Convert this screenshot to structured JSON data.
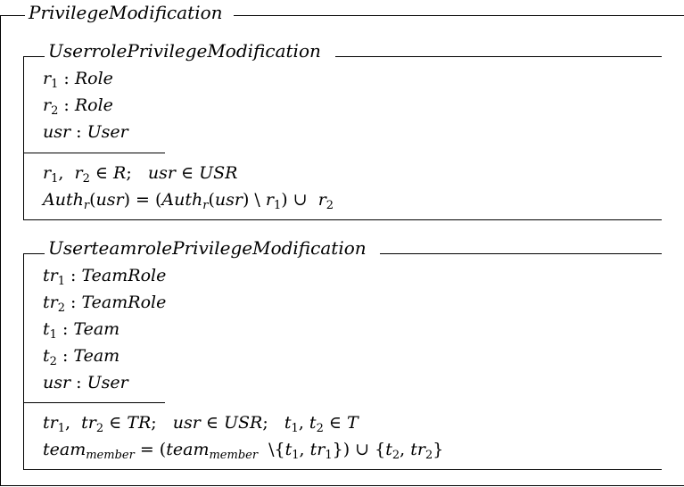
{
  "outer": {
    "title": "PrivilegeModification"
  },
  "schema1": {
    "title": "UserrolePrivilegeModification",
    "decls": [
      {
        "var": "r",
        "sub": "1",
        "type": "Role"
      },
      {
        "var": "r",
        "sub": "2",
        "type": "Role"
      },
      {
        "var": "usr",
        "sub": "",
        "type": "User"
      }
    ],
    "pred1": {
      "a": "r",
      "a_sub": "1",
      "b": "r",
      "b_sub": "2",
      "set1": "R",
      "var": "usr",
      "set2": "USR"
    },
    "pred2": {
      "fn": "Auth",
      "fn_sub": "r",
      "arg": "usr",
      "r1": "r",
      "r1_sub": "1",
      "r2": "r",
      "r2_sub": "2"
    }
  },
  "schema2": {
    "title": "UserteamrolePrivilegeModification",
    "decls": [
      {
        "var": "tr",
        "sub": "1",
        "type": "TeamRole"
      },
      {
        "var": "tr",
        "sub": "2",
        "type": "TeamRole"
      },
      {
        "var": "t",
        "sub": "1",
        "type": "Team"
      },
      {
        "var": "t",
        "sub": "2",
        "type": "Team"
      },
      {
        "var": "usr",
        "sub": "",
        "type": "User"
      }
    ],
    "pred1": {
      "a": "tr",
      "a_sub": "1",
      "b": "tr",
      "b_sub": "2",
      "set1": "TR",
      "var": "usr",
      "set2": "USR",
      "c": "t",
      "c_sub": "1",
      "d": "t",
      "d_sub": "2",
      "set3": "T"
    },
    "pred2": {
      "lhs": "team",
      "lhs_sub": "member",
      "rhs": "team",
      "rhs_sub": "member",
      "p1": "t",
      "p1_sub": "1",
      "p2": "tr",
      "p2_sub": "1",
      "q1": "t",
      "q1_sub": "2",
      "q2": "tr",
      "q2_sub": "2"
    }
  }
}
